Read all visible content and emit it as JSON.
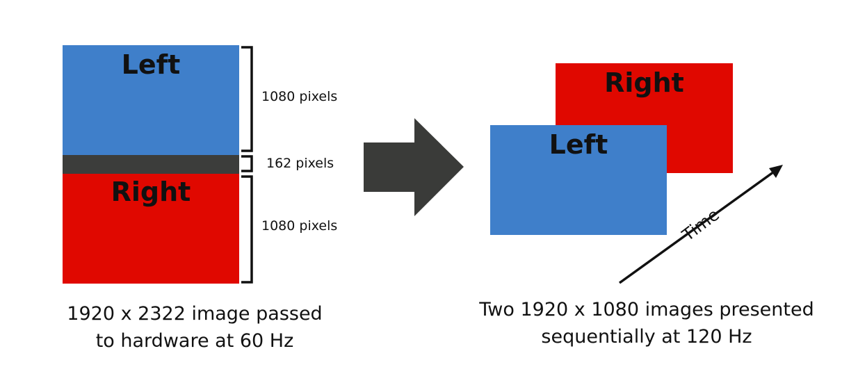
{
  "stacked_frame": {
    "top_label": "Left",
    "bottom_label": "Right",
    "top_height_label": "1080 pixels",
    "gap_label": "162 pixels",
    "bottom_height_label": "1080 pixels",
    "caption_line1": "1920 x 2322 image passed",
    "caption_line2": "to hardware at 60 Hz"
  },
  "sequential_frames": {
    "back_label": "Right",
    "front_label": "Left",
    "time_label": "Time",
    "caption_line1": "Two 1920 x 1080 images presented",
    "caption_line2": "sequentially at 120 Hz"
  },
  "colors": {
    "left_frame": "#3f7fca",
    "right_frame": "#e00800",
    "gap_bar": "#3c3d3b",
    "arrow": "#3a3b39"
  }
}
